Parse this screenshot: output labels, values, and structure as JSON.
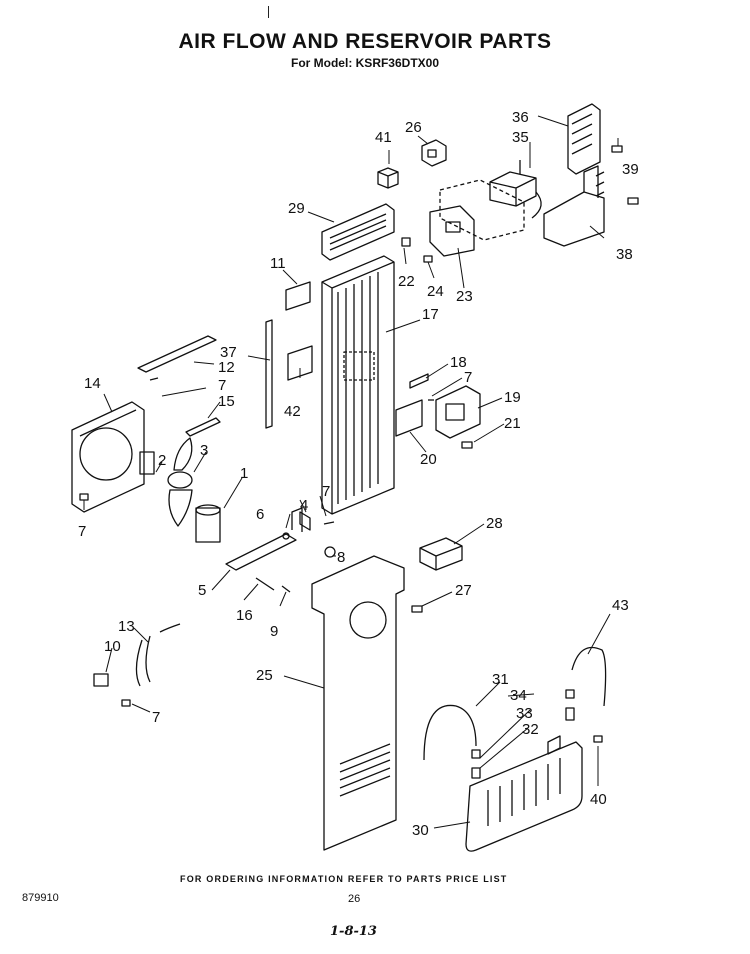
{
  "header": {
    "title": "AIR FLOW AND RESERVOIR PARTS",
    "subtitle": "For Model: KSRF36DTX00"
  },
  "callouts": {
    "c1": "1",
    "c2": "2",
    "c3": "3",
    "c4": "4",
    "c5": "5",
    "c6": "6",
    "c7a": "7",
    "c7b": "7",
    "c7c": "7",
    "c7d": "7",
    "c7e": "7",
    "c8": "8",
    "c9": "9",
    "c10": "10",
    "c11": "11",
    "c12": "12",
    "c13": "13",
    "c14": "14",
    "c15": "15",
    "c16": "16",
    "c17": "17",
    "c18": "18",
    "c19": "19",
    "c20": "20",
    "c21": "21",
    "c22": "22",
    "c23": "23",
    "c24": "24",
    "c25": "25",
    "c26": "26",
    "c27": "27",
    "c28": "28",
    "c29": "29",
    "c30": "30",
    "c31": "31",
    "c32": "32",
    "c33": "33",
    "c34": "34",
    "c35": "35",
    "c36": "36",
    "c37": "37",
    "c38": "38",
    "c39": "39",
    "c40": "40",
    "c41": "41",
    "c42": "42",
    "c43": "43"
  },
  "footer": {
    "ordering_note": "FOR ORDERING INFORMATION REFER TO PARTS PRICE LIST",
    "doc_number": "879910",
    "page_number": "26",
    "handwritten": "1-8-13"
  }
}
